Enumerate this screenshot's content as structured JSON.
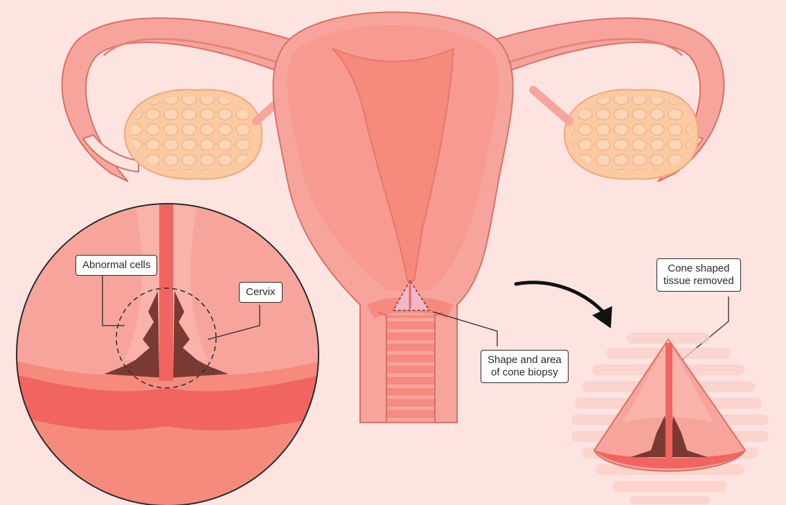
{
  "labels": {
    "abnormal_cells": "Abnormal cells",
    "cervix": "Cervix",
    "cone_biopsy_line1": "Shape and area",
    "cone_biopsy_line2": "of cone biopsy",
    "cone_tissue_line1": "Cone shaped",
    "cone_tissue_line2": "tissue removed"
  },
  "colors": {
    "background": "#fde4e1",
    "uterus_outer": "#f7a59c",
    "uterus_inner": "#f58a7d",
    "ovary": "#fbc9a2",
    "dark_tissue": "#7a3a34",
    "highlight_red": "#f0655f",
    "outline": "#d96f66"
  }
}
